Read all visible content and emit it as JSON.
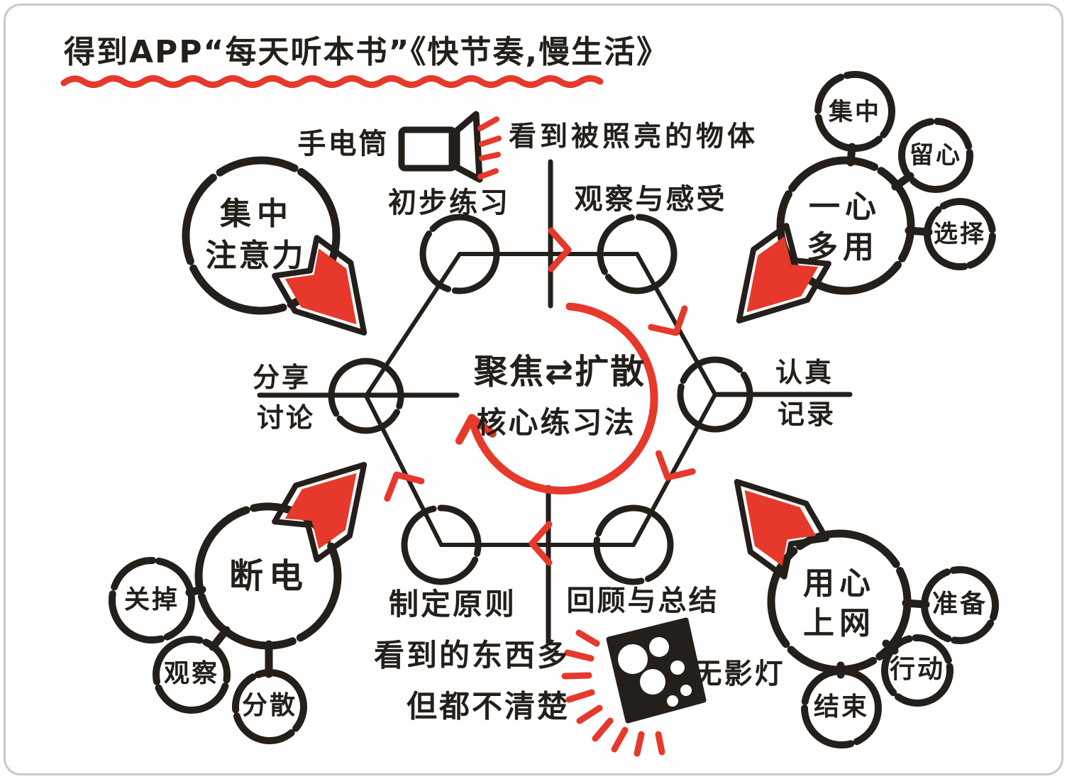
{
  "title": "得到APP“每天听本书”《快节奏,慢生活》",
  "colors": {
    "ink": "#241f1a",
    "marker_red": "#e6392c",
    "paper": "#fefefe"
  },
  "icons": {
    "flashlight": "flashlight-icon",
    "shadowless_lamp": "shadowless-lamp-icon",
    "title_underline": "red-wavy-underline"
  },
  "flashlight": {
    "label": "手电筒",
    "caption": "看到被照亮的物体"
  },
  "center": {
    "line1": "聚焦⇄扩散",
    "line2": "核心练习法"
  },
  "nodes": {
    "initial_practice": "初步练习",
    "observe_feel": "观察与感受",
    "record_line1": "认真",
    "record_line2": "记录",
    "review": "回顾与总结",
    "principles": "制定原则",
    "share_line1": "分享",
    "share_line2": "讨论"
  },
  "clusters": {
    "focus_attention": {
      "line1": "集中",
      "line2": "注意力"
    },
    "multitasking": {
      "line1": "一心",
      "line2": "多用",
      "sat1": "集中",
      "sat2": "留心",
      "sat3": "选择"
    },
    "power_off": {
      "label": "断电",
      "sat1": "关掉",
      "sat2": "观察",
      "sat3": "分散"
    },
    "mindful_surfing": {
      "line1": "用心",
      "line2": "上网",
      "sat1": "准备",
      "sat2": "行动",
      "sat3": "结束"
    }
  },
  "notes": {
    "lamp": "无影灯",
    "blurry1": "看到的东西多",
    "blurry2": "但都不清楚"
  }
}
